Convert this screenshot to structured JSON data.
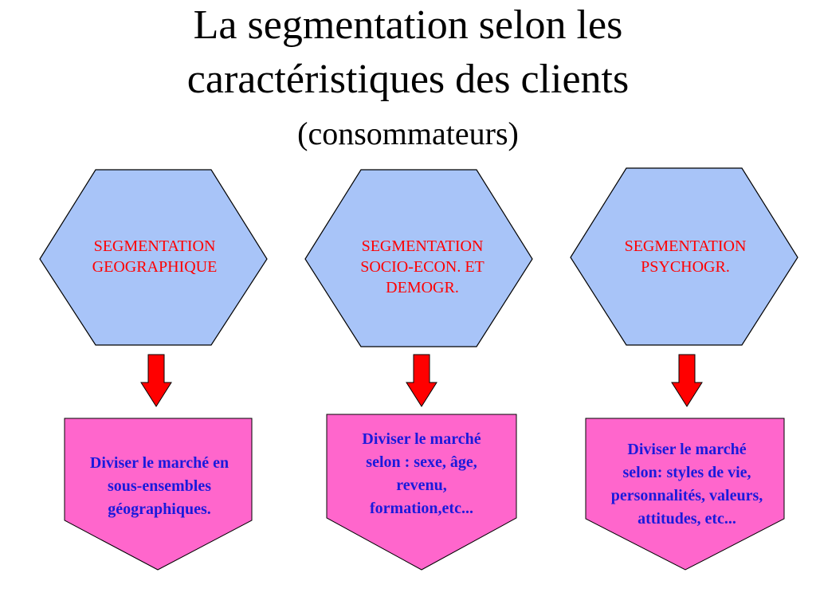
{
  "title": {
    "line1": "La segmentation selon les",
    "line2": "caractéristiques des clients",
    "line3": "(consommateurs)"
  },
  "colors": {
    "hexagon_fill": "#a8c4f8",
    "hexagon_label": "#ff0000",
    "arrow_fill": "#ff0000",
    "box_fill": "#ff66cc",
    "box_text": "#1a1adc"
  },
  "segments": [
    {
      "hex_lines": [
        "SEGMENTATION",
        "GEOGRAPHIQUE"
      ],
      "box_lines": [
        "Diviser le marché en",
        "sous-ensembles",
        "géographiques."
      ]
    },
    {
      "hex_lines": [
        "SEGMENTATION",
        "SOCIO-ECON. ET",
        "DEMOGR."
      ],
      "box_lines": [
        "Diviser le marché",
        "selon : sexe, âge,",
        "revenu,",
        "formation,etc..."
      ]
    },
    {
      "hex_lines": [
        "SEGMENTATION",
        "PSYCHOGR."
      ],
      "box_lines": [
        "Diviser le marché",
        "selon: styles de vie,",
        "personnalités, valeurs,",
        "attitudes, etc..."
      ]
    }
  ]
}
